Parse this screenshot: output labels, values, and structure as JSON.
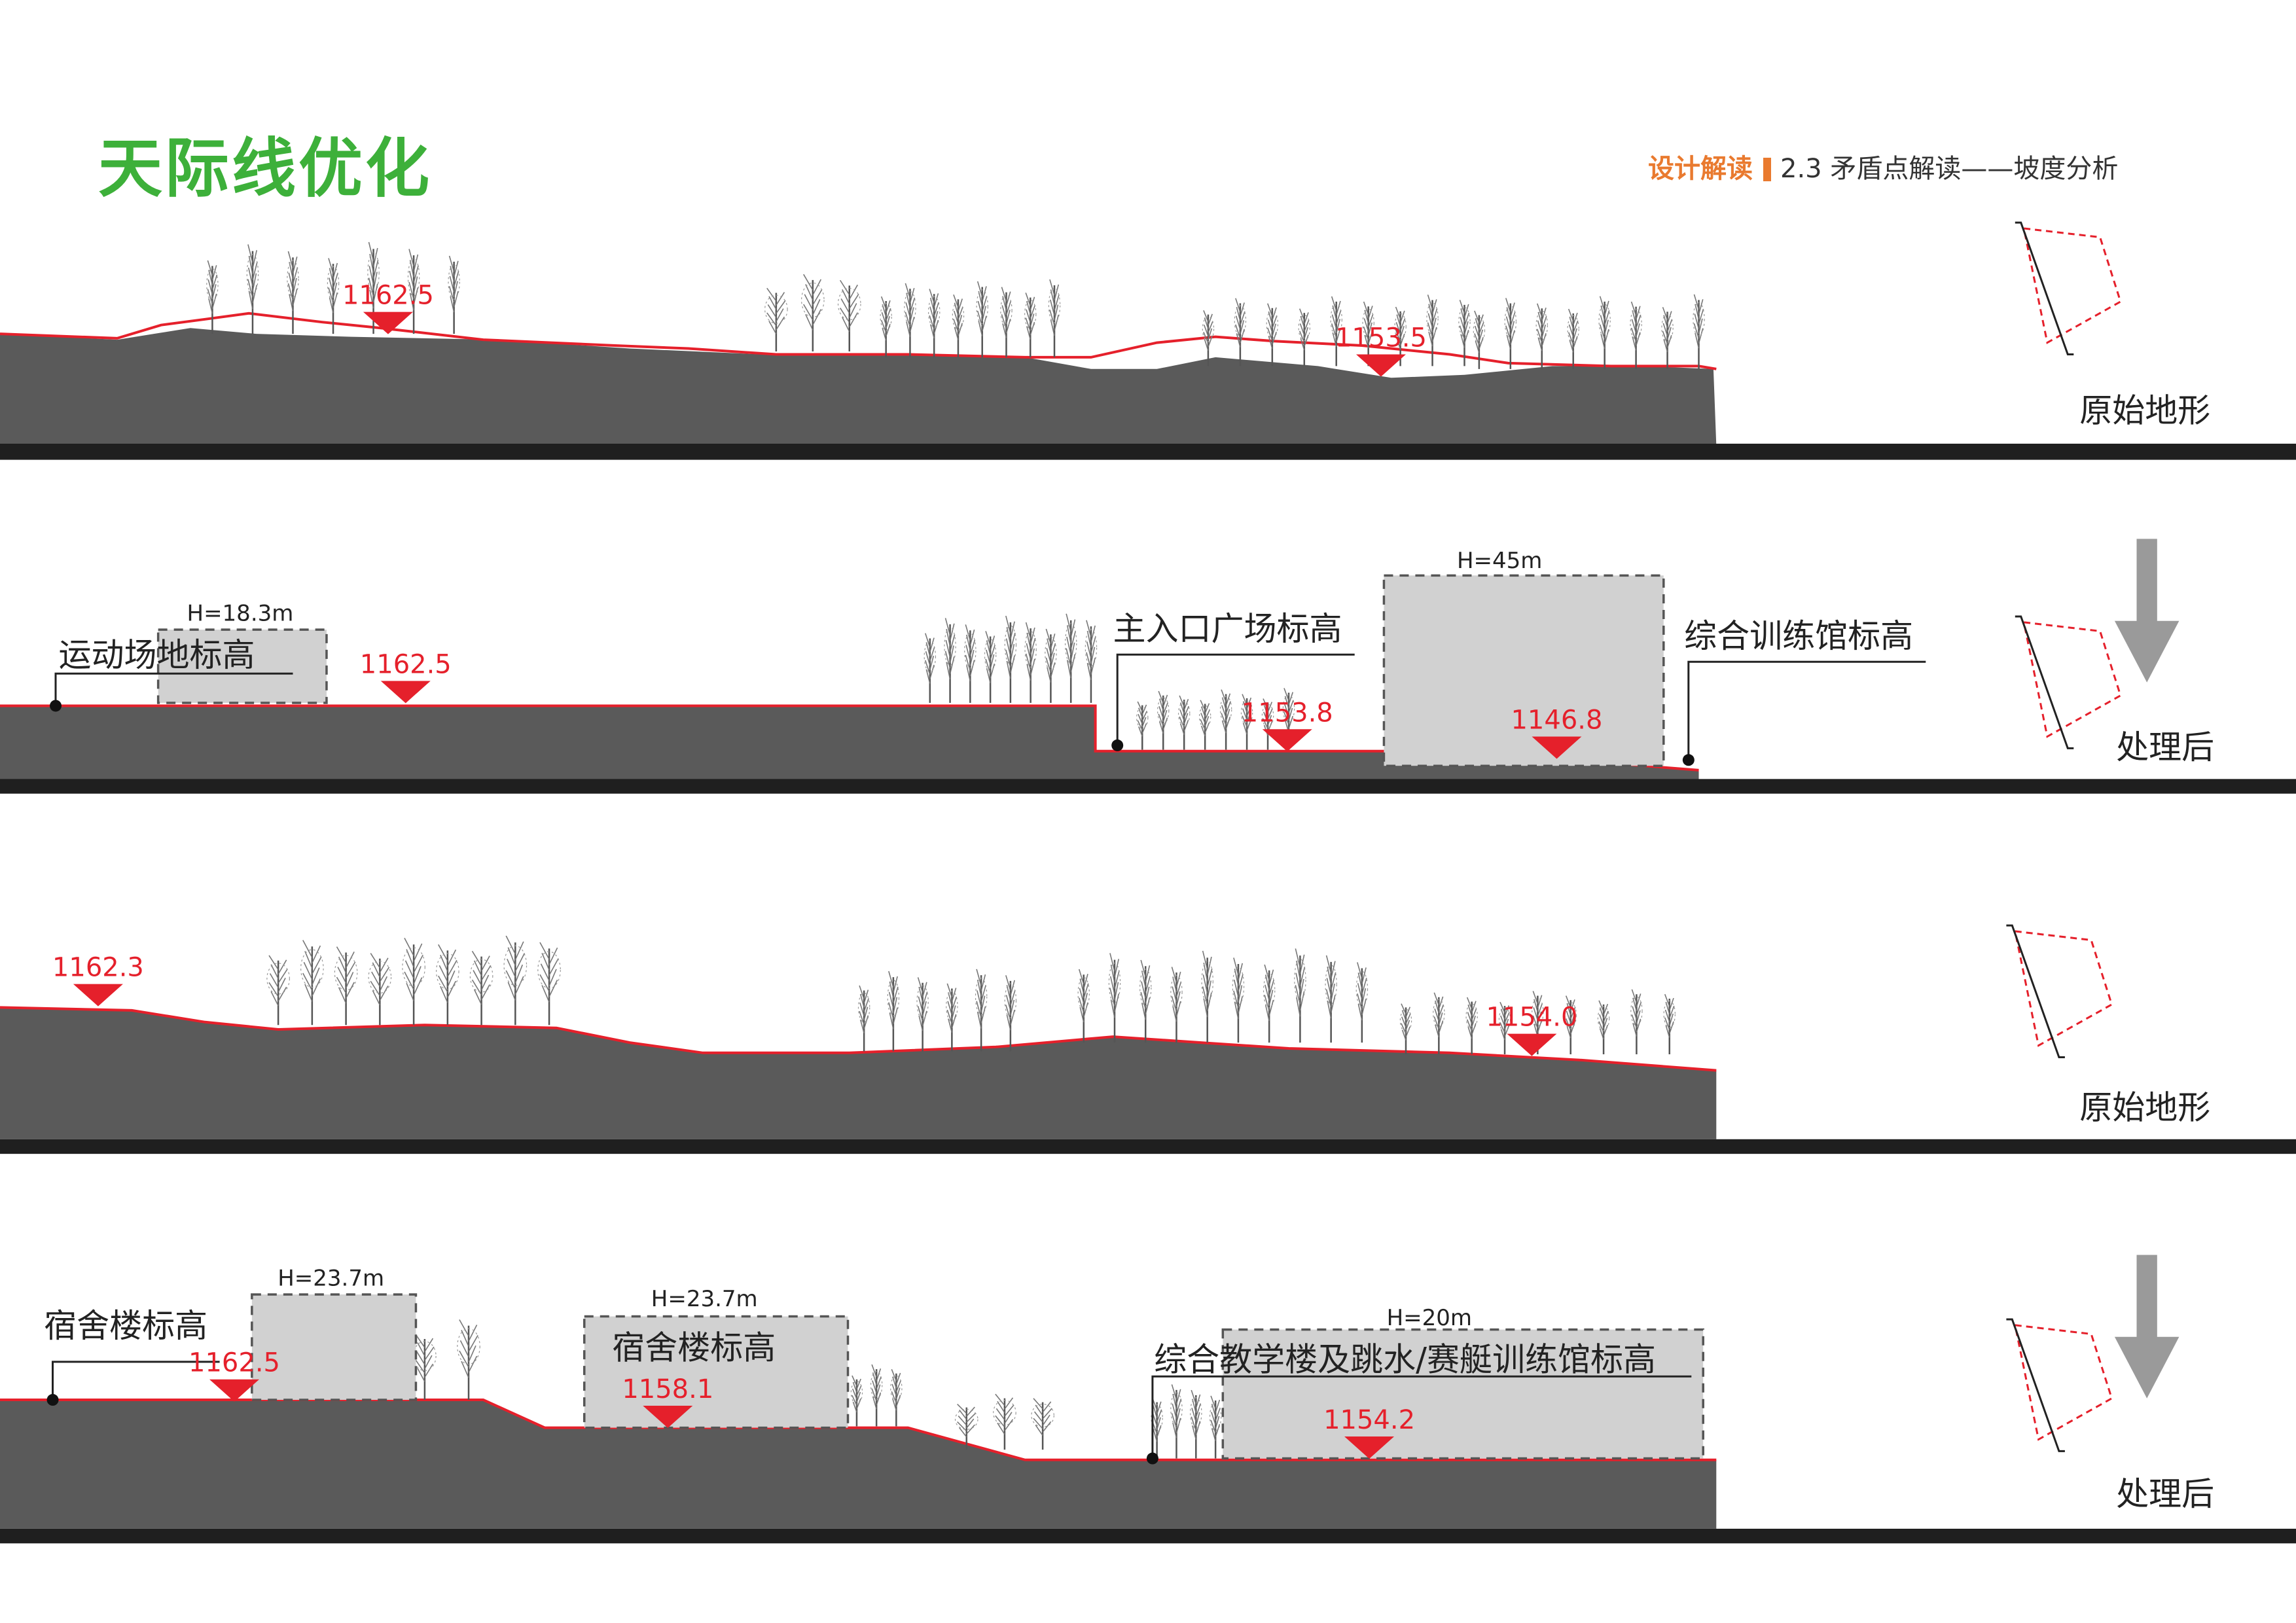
{
  "header": {
    "title": "天际线优化",
    "section": "设计解读",
    "subtitle": "2.3 矛盾点解读——坡度分析"
  },
  "colors": {
    "title_green": "#3db03a",
    "accent_orange": "#e97a2f",
    "terrain": "#5a5a5a",
    "baseline": "#1f1f1f",
    "red_marker": "#e5202b",
    "building_fill": "#d1d1d1",
    "arrow": "#9a9a9a"
  },
  "panels": [
    {
      "tag": "原始地形",
      "labels": [],
      "elevations": [
        "1162.5",
        "1153.5"
      ],
      "heights": []
    },
    {
      "tag": "处理后",
      "labels": [
        "运动场地标高",
        "主入口广场标高",
        "综合训练馆标高"
      ],
      "elevations": [
        "1162.5",
        "1153.8",
        "1146.8"
      ],
      "heights": [
        "H=18.3m",
        "H=45m"
      ]
    },
    {
      "tag": "原始地形",
      "labels": [],
      "elevations": [
        "1162.3",
        "1154.0"
      ],
      "heights": []
    },
    {
      "tag": "处理后",
      "labels": [
        "宿舍楼标高",
        "宿舍楼标高",
        "综合教学楼及跳水/赛艇训练馆标高"
      ],
      "elevations": [
        "1162.5",
        "1158.1",
        "1154.2"
      ],
      "heights": [
        "H=23.7m",
        "H=23.7m",
        "H=20m"
      ]
    }
  ]
}
